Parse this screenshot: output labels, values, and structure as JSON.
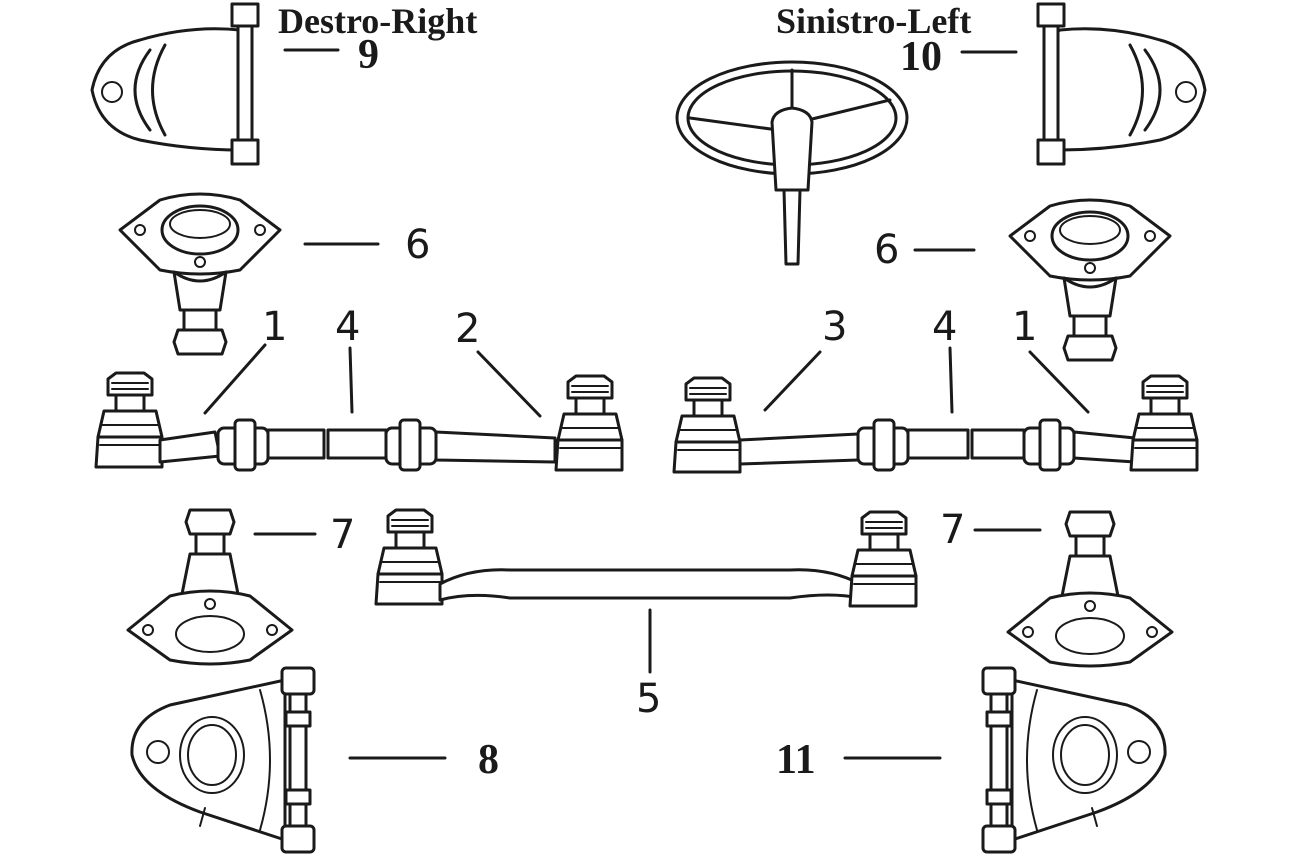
{
  "headers": {
    "right": "Destro-Right",
    "left": "Sinistro-Left"
  },
  "callouts": {
    "c9": "9",
    "c10": "10",
    "c6_right": "6",
    "c6_left": "6",
    "c1_right": "1",
    "c4_right": "4",
    "c2": "2",
    "c3": "3",
    "c4_left": "4",
    "c1_left": "1",
    "c7_right": "7",
    "c7_left": "7",
    "c5": "5",
    "c8": "8",
    "c11": "11"
  }
}
